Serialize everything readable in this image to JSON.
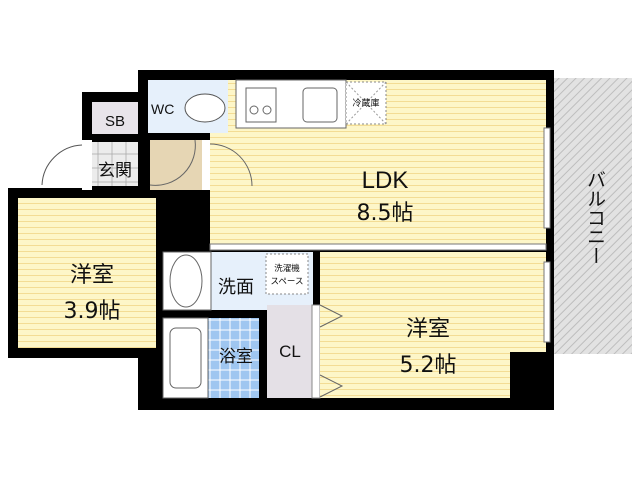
{
  "rooms": {
    "ldk": {
      "name": "LDK",
      "size": "8.5帖"
    },
    "western_room_1": {
      "name": "洋室",
      "size": "3.9帖"
    },
    "western_room_2": {
      "name": "洋室",
      "size": "5.2帖"
    },
    "washroom": {
      "name": "洗面"
    },
    "bathroom": {
      "name": "浴室"
    },
    "closet": {
      "name": "CL"
    },
    "toilet": {
      "name": "WC"
    },
    "shoe_box": {
      "name": "SB"
    },
    "entrance": {
      "name": "玄関"
    },
    "balcony": {
      "name": "バルコニー"
    }
  },
  "fixtures": {
    "fridge": "冷蔵庫",
    "washer_line1": "洗濯機",
    "washer_line2": "スペース"
  },
  "colors": {
    "floor": "#fdf6c8",
    "floor_lines": "#f3dc94",
    "wet_area": "#e6f0fb",
    "bath_tile": "#9fc6f0",
    "hall": "#e6d6b4",
    "closet": "#e4e0e6",
    "walls": "#000000",
    "balcony": "#d8d8d8"
  }
}
